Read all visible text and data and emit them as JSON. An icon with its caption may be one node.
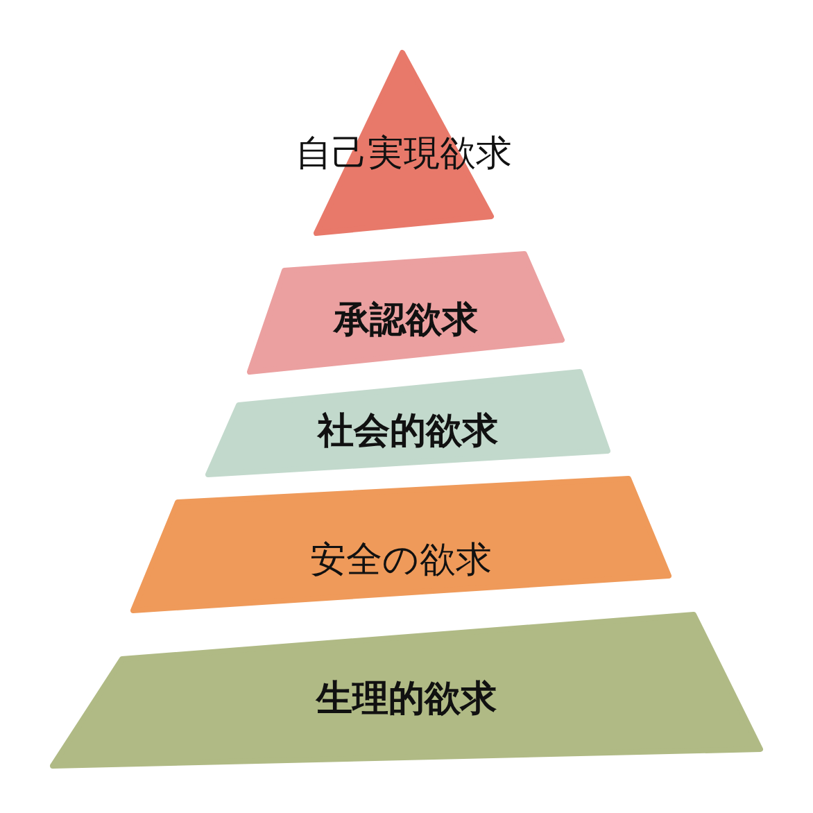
{
  "diagram": {
    "nodes": [
      {
        "text": [
          "自己実現欲求"
        ]
      },
      {
        "text": [
          "承認欲求"
        ]
      },
      {
        "text": [
          "社会的欲求"
        ]
      },
      {
        "text": [
          "安全の欲求"
        ]
      },
      {
        "text": [
          "生理的欲求"
        ]
      }
    ]
  }
}
